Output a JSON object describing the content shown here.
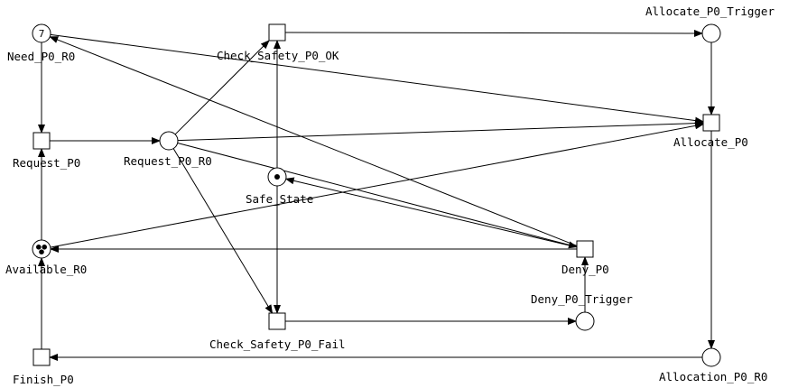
{
  "places": [
    {
      "id": "need_p0_r0",
      "label": "Need_P0_R0",
      "tokens": "7"
    },
    {
      "id": "request_p0_r0",
      "label": "Request_P0_R0",
      "tokens": ""
    },
    {
      "id": "safe_state",
      "label": "Safe_State",
      "tokens": "1"
    },
    {
      "id": "available_r0",
      "label": "Available_R0",
      "tokens": "3"
    },
    {
      "id": "allocate_p0_trigger",
      "label": "Allocate_P0_Trigger",
      "tokens": ""
    },
    {
      "id": "deny_p0_trigger",
      "label": "Deny_P0_Trigger",
      "tokens": ""
    },
    {
      "id": "allocation_p0_r0",
      "label": "Allocation_P0_R0",
      "tokens": ""
    }
  ],
  "transitions": [
    {
      "id": "request_p0",
      "label": "Request_P0"
    },
    {
      "id": "check_safety_p0_ok",
      "label": "Check_Safety_P0_OK"
    },
    {
      "id": "check_safety_p0_fail",
      "label": "Check_Safety_P0_Fail"
    },
    {
      "id": "allocate_p0",
      "label": "Allocate_P0"
    },
    {
      "id": "deny_p0",
      "label": "Deny_P0"
    },
    {
      "id": "finish_p0",
      "label": "Finish_P0"
    }
  ],
  "arcs": [
    {
      "from": "need_p0_r0",
      "to": "request_p0"
    },
    {
      "from": "request_p0",
      "to": "request_p0_r0"
    },
    {
      "from": "request_p0_r0",
      "to": "check_safety_p0_ok"
    },
    {
      "from": "request_p0_r0",
      "to": "check_safety_p0_fail"
    },
    {
      "from": "request_p0_r0",
      "to": "allocate_p0"
    },
    {
      "from": "request_p0_r0",
      "to": "deny_p0"
    },
    {
      "from": "safe_state",
      "to": "check_safety_p0_ok"
    },
    {
      "from": "safe_state",
      "to": "check_safety_p0_fail"
    },
    {
      "from": "deny_p0",
      "to": "safe_state"
    },
    {
      "from": "check_safety_p0_ok",
      "to": "allocate_p0_trigger"
    },
    {
      "from": "allocate_p0_trigger",
      "to": "allocate_p0"
    },
    {
      "from": "need_p0_r0",
      "to": "allocate_p0"
    },
    {
      "from": "available_r0",
      "to": "allocate_p0"
    },
    {
      "from": "allocate_p0",
      "to": "allocation_p0_r0"
    },
    {
      "from": "allocation_p0_r0",
      "to": "finish_p0"
    },
    {
      "from": "finish_p0",
      "to": "available_r0"
    },
    {
      "from": "available_r0",
      "to": "request_p0"
    },
    {
      "from": "deny_p0",
      "to": "available_r0"
    },
    {
      "from": "deny_p0",
      "to": "need_p0_r0"
    },
    {
      "from": "check_safety_p0_fail",
      "to": "deny_p0_trigger"
    },
    {
      "from": "deny_p0_trigger",
      "to": "deny_p0"
    }
  ]
}
